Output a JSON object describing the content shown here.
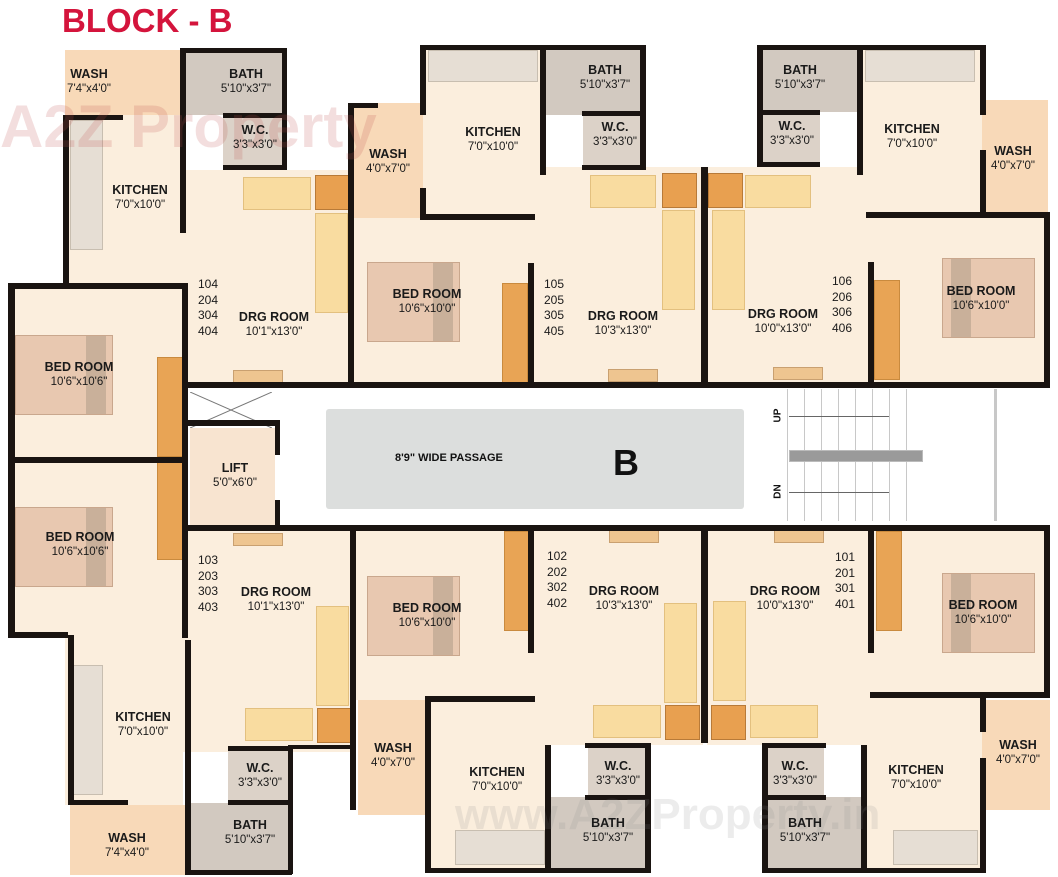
{
  "title": "BLOCK - B",
  "watermark": {
    "top": "A2Z Property",
    "bottom": "www.A2ZProperty.in"
  },
  "passage": {
    "label": "8'9\" WIDE PASSAGE",
    "block_letter": "B"
  },
  "stairs": {
    "up": "UP",
    "down": "DN"
  },
  "lift": {
    "name": "LIFT",
    "dim": "5'0\"x6'0\""
  },
  "units": {
    "u104": {
      "numbers": [
        "104",
        "204",
        "304",
        "404"
      ],
      "wash": {
        "name": "WASH",
        "dim": "7'4\"x4'0\""
      },
      "bath": {
        "name": "BATH",
        "dim": "5'10\"x3'7\""
      },
      "wc": {
        "name": "W.C.",
        "dim": "3'3\"x3'0\""
      },
      "kitchen": {
        "name": "KITCHEN",
        "dim": "7'0\"x10'0\""
      },
      "drg": {
        "name": "DRG ROOM",
        "dim": "10'1\"x13'0\""
      },
      "bed": {
        "name": "BED ROOM",
        "dim": "10'6\"x10'6\""
      }
    },
    "u105": {
      "numbers": [
        "105",
        "205",
        "305",
        "405"
      ],
      "wash": {
        "name": "WASH",
        "dim": "4'0\"x7'0\""
      },
      "bath": {
        "name": "BATH",
        "dim": "5'10\"x3'7\""
      },
      "wc": {
        "name": "W.C.",
        "dim": "3'3\"x3'0\""
      },
      "kitchen": {
        "name": "KITCHEN",
        "dim": "7'0\"x10'0\""
      },
      "drg": {
        "name": "DRG ROOM",
        "dim": "10'3\"x13'0\""
      },
      "bed": {
        "name": "BED ROOM",
        "dim": "10'6\"x10'0\""
      }
    },
    "u106": {
      "numbers": [
        "106",
        "206",
        "306",
        "406"
      ],
      "wash": {
        "name": "WASH",
        "dim": "4'0\"x7'0\""
      },
      "bath": {
        "name": "BATH",
        "dim": "5'10\"x3'7\""
      },
      "wc": {
        "name": "W.C.",
        "dim": "3'3\"x3'0\""
      },
      "kitchen": {
        "name": "KITCHEN",
        "dim": "7'0\"x10'0\""
      },
      "drg": {
        "name": "DRG ROOM",
        "dim": "10'0\"x13'0\""
      },
      "bed": {
        "name": "BED ROOM",
        "dim": "10'6\"x10'0\""
      }
    },
    "u103": {
      "numbers": [
        "103",
        "203",
        "303",
        "403"
      ],
      "wash": {
        "name": "WASH",
        "dim": "7'4\"x4'0\""
      },
      "bath": {
        "name": "BATH",
        "dim": "5'10\"x3'7\""
      },
      "wc": {
        "name": "W.C.",
        "dim": "3'3\"x3'0\""
      },
      "kitchen": {
        "name": "KITCHEN",
        "dim": "7'0\"x10'0\""
      },
      "drg": {
        "name": "DRG ROOM",
        "dim": "10'1\"x13'0\""
      },
      "bed": {
        "name": "BED ROOM",
        "dim": "10'6\"x10'6\""
      }
    },
    "u102": {
      "numbers": [
        "102",
        "202",
        "302",
        "402"
      ],
      "wash": {
        "name": "WASH",
        "dim": "4'0\"x7'0\""
      },
      "bath": {
        "name": "BATH",
        "dim": "5'10\"x3'7\""
      },
      "wc": {
        "name": "W.C.",
        "dim": "3'3\"x3'0\""
      },
      "kitchen": {
        "name": "KITCHEN",
        "dim": "7'0\"x10'0\""
      },
      "drg": {
        "name": "DRG ROOM",
        "dim": "10'3\"x13'0\""
      },
      "bed": {
        "name": "BED ROOM",
        "dim": "10'6\"x10'0\""
      }
    },
    "u101": {
      "numbers": [
        "101",
        "201",
        "301",
        "401"
      ],
      "wash": {
        "name": "WASH",
        "dim": "4'0\"x7'0\""
      },
      "bath": {
        "name": "BATH",
        "dim": "5'10\"x3'7\""
      },
      "wc": {
        "name": "W.C.",
        "dim": "3'3\"x3'0\""
      },
      "kitchen": {
        "name": "KITCHEN",
        "dim": "7'0\"x10'0\""
      },
      "drg": {
        "name": "DRG ROOM",
        "dim": "10'0\"x13'0\""
      },
      "bed": {
        "name": "BED ROOM",
        "dim": "10'6\"x10'0\""
      }
    }
  }
}
